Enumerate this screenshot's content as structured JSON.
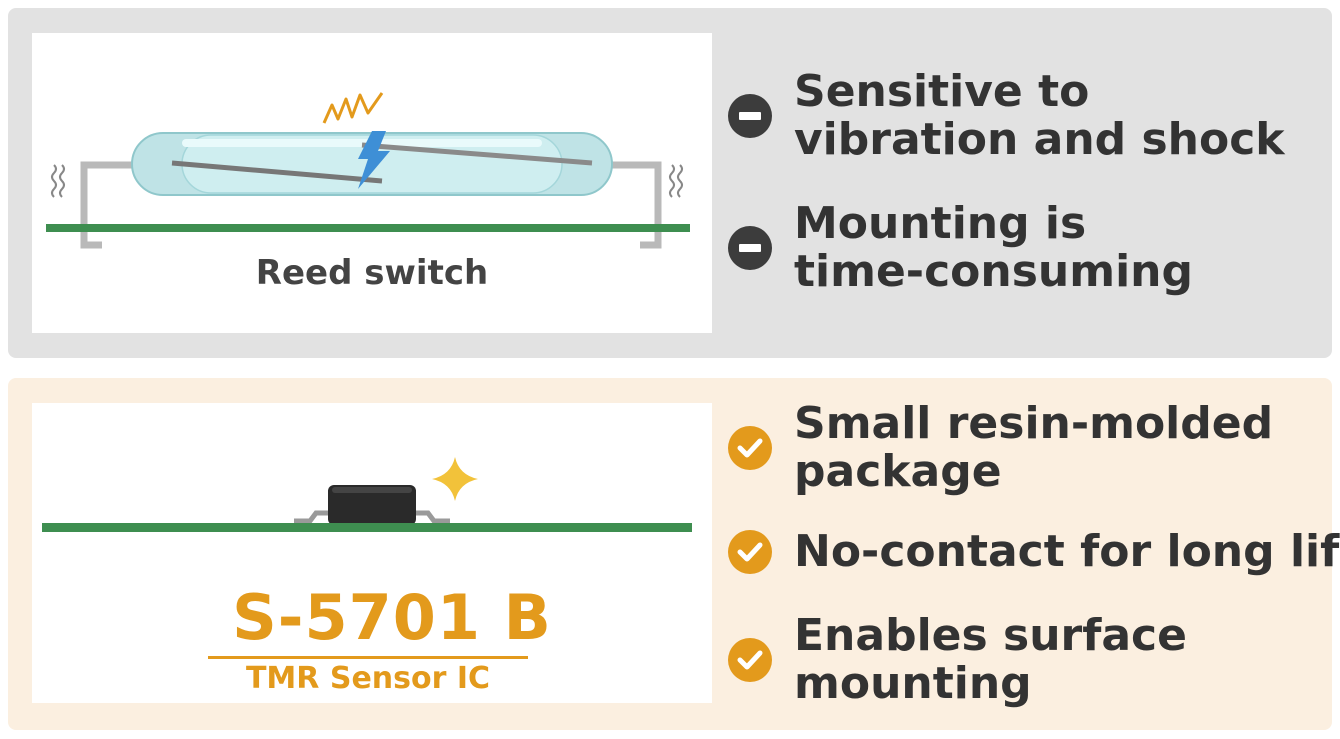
{
  "reed": {
    "caption": "Reed switch",
    "points": [
      {
        "icon": "minus-icon",
        "lines": [
          "Sensitive to",
          "vibration and shock"
        ]
      },
      {
        "icon": "minus-icon",
        "lines": [
          "Mounting is",
          "time-consuming"
        ]
      }
    ]
  },
  "tmr": {
    "part_number": "S-5701 B",
    "subtitle": "TMR Sensor IC",
    "points": [
      {
        "icon": "check-icon",
        "lines": [
          "Small resin-molded",
          "package"
        ]
      },
      {
        "icon": "check-icon",
        "lines": [
          "No-contact for long life"
        ]
      },
      {
        "icon": "check-icon",
        "lines": [
          "Enables surface",
          "mounting"
        ]
      }
    ]
  },
  "colors": {
    "top_panel": "#e2e2e2",
    "bottom_panel": "#fbefe0",
    "accent_orange": "#e39a1c",
    "pcb_green": "#3e8e50",
    "minus_badge": "#3c3c3c"
  }
}
